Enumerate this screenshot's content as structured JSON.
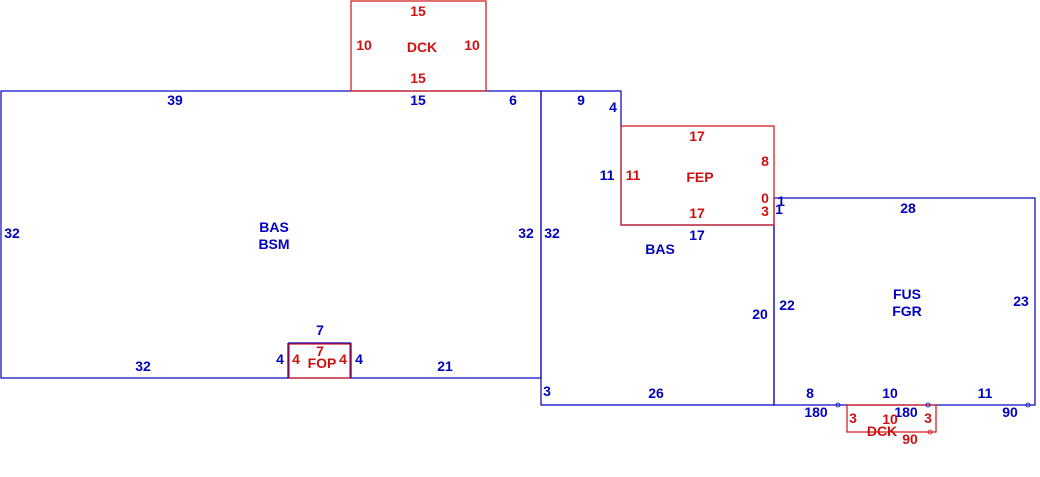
{
  "colors": {
    "main_structure": "#0000c0",
    "additions": "#d01010"
  },
  "areas": {
    "bas_bsm": [
      "BAS",
      "BSM"
    ],
    "bas_right": "BAS",
    "fus_fgr": [
      "FUS",
      "FGR"
    ],
    "fep": "FEP",
    "dck_top": "DCK",
    "fop": "FOP",
    "dck_bottom": "DCK"
  },
  "dims": {
    "main_top_39": "39",
    "main_top_15": "15",
    "main_top_6": "6",
    "main_left_32": "32",
    "main_right_32": "32",
    "main_bottom_32": "32",
    "main_bottom_21": "21",
    "fop_top_7": "7",
    "fop_left_4": "4",
    "fop_right_4": "4",
    "bas_top_9": "9",
    "bas_step_4": "4",
    "bas_left_32": "32",
    "bas_step_11": "11",
    "bas_fep_17": "17",
    "bas_right_20": "20",
    "bas_bottom_26": "26",
    "bas_corner_3": "3",
    "fus_top_28": "28",
    "fus_left_22": "22",
    "fus_right_23": "23",
    "fus_bottom_8": "8",
    "fus_bottom_10": "10",
    "fus_bottom_11": "11",
    "fus_left_1a": "1",
    "fus_left_1b": "1",
    "fus_angle_180a": "180",
    "fus_angle_180b": "180",
    "fus_angle_90": "90"
  },
  "red_dims": {
    "dck_top_15": "15",
    "dck_bottom_15": "15",
    "dck_left_10": "10",
    "dck_right_10": "10",
    "fep_top_17": "17",
    "fep_bottom_17": "17",
    "fep_left_11": "11",
    "fep_right_8": "8",
    "fep_right_0": "0",
    "fep_right_3": "3",
    "fop_left_4": "4",
    "fop_right_4": "4",
    "fop_top_7": "7",
    "dck2_left_3": "3",
    "dck2_right_3": "3",
    "dck2_top_10": "10",
    "dck2_angle_90": "90"
  }
}
